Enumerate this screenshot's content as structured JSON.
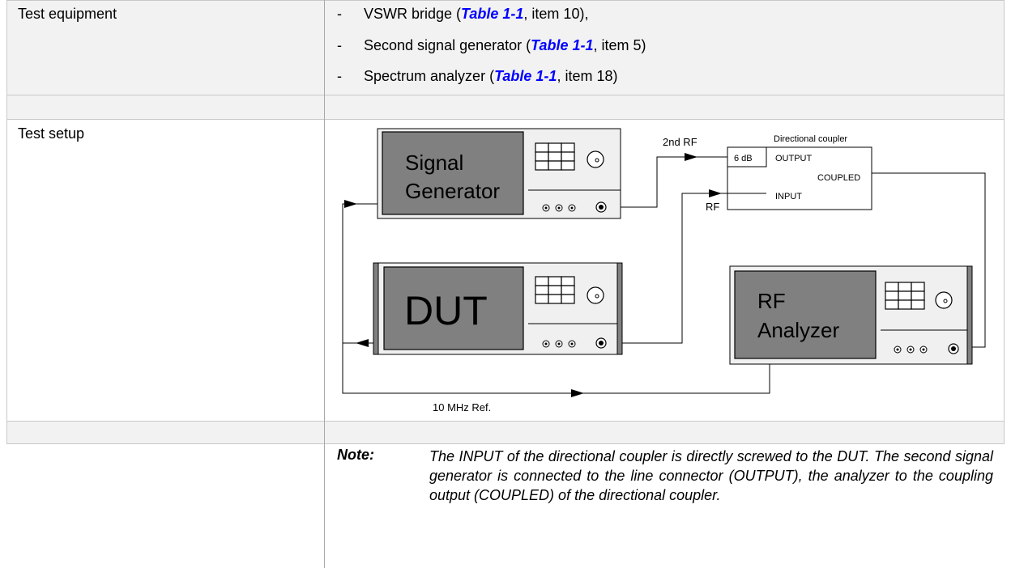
{
  "rows": {
    "equipment": {
      "label": "Test equipment",
      "items": [
        {
          "bullet": "-",
          "pre": "VSWR bridge (",
          "ref": "Table 1-1",
          "post": ", item 10),"
        },
        {
          "bullet": "-",
          "pre": "Second signal generator (",
          "ref": "Table 1-1",
          "post": ", item 5)"
        },
        {
          "bullet": "-",
          "pre": "Spectrum analyzer (",
          "ref": "Table 1-1",
          "post": ", item 18)"
        }
      ]
    },
    "setup": {
      "label": "Test setup"
    }
  },
  "diagram": {
    "signal_generator": {
      "line1": "Signal",
      "line2": "Generator"
    },
    "dut": {
      "label": "DUT"
    },
    "rf_analyzer": {
      "line1": "RF",
      "line2": "Analyzer"
    },
    "coupler": {
      "title": "Directional coupler",
      "attenuator": "6 dB",
      "output": "OUTPUT",
      "coupled": "COUPLED",
      "input": "INPUT"
    },
    "labels": {
      "second_rf": "2nd RF",
      "rf": "RF",
      "ref": "10 MHz Ref."
    }
  },
  "note": {
    "label": "Note:",
    "text": "The INPUT of the directional coupler is directly screwed to the DUT. The second signal generator is connected to the line connector (OUTPUT), the analyzer to the coupling output (COUPLED) of the directional coupler."
  }
}
